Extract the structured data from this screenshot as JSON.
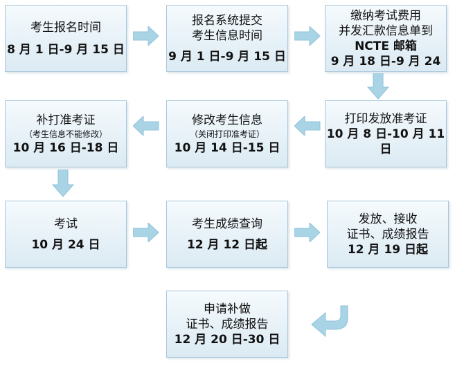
{
  "steps": [
    {
      "lines": [
        "考生报名时间",
        "8 月 1 日-9 月 15 日"
      ]
    },
    {
      "lines": [
        "报名系统提交",
        "考生信息时间",
        "9 月 1 日-9 月 15 日"
      ]
    },
    {
      "lines": [
        "缴纳考试费用",
        "并发汇款信息单到",
        "NCTE 邮箱",
        "9 月 18 日-9 月 24"
      ]
    },
    {
      "lines": [
        "补打准考证",
        "（考生信息不能修改）",
        "10 月 16 日-18 日"
      ]
    },
    {
      "lines": [
        "修改考生信息",
        "（关闭打印准考证）",
        "10 月 14 日-15 日"
      ]
    },
    {
      "lines": [
        "打印发放准考证",
        "10 月 8 日-10 月 11",
        "日"
      ]
    },
    {
      "lines": [
        "考试",
        "10 月 24 日"
      ]
    },
    {
      "lines": [
        "考生成绩查询",
        "12 月 12 日起"
      ]
    },
    {
      "lines": [
        "发放、接收",
        "证书、成绩报告",
        "12 月 19 日起"
      ]
    },
    {
      "lines": [
        "申请补做",
        "证书、成绩报告",
        "12 月 20 日-30 日"
      ]
    }
  ],
  "colors": {
    "arrow": "#a9d4e6",
    "box_border": "#a9c7da"
  }
}
